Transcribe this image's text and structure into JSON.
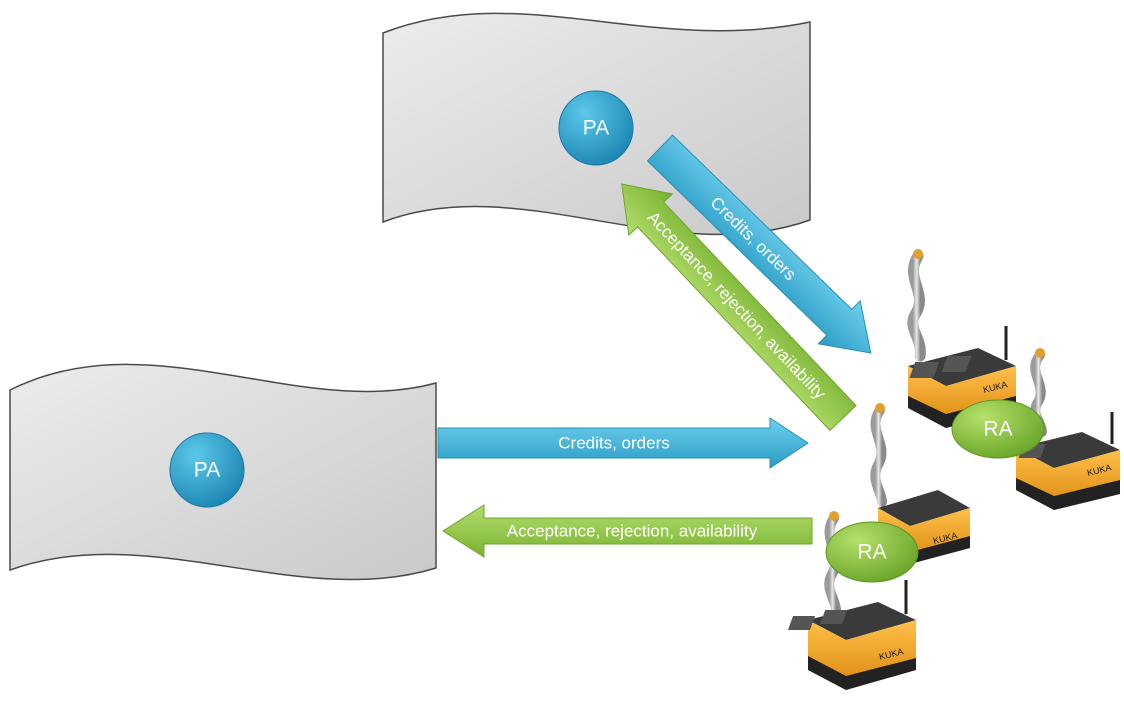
{
  "product_agents": [
    {
      "label": "PA"
    },
    {
      "label": "PA"
    }
  ],
  "resource_agents": [
    {
      "label": "RA"
    },
    {
      "label": "RA"
    }
  ],
  "messages": {
    "to_resource": "Credits, orders",
    "to_product": "Acceptance, rejection, availability"
  },
  "robots": [
    {
      "brand": "KUKA"
    },
    {
      "brand": "KUKA"
    },
    {
      "brand": "KUKA"
    },
    {
      "brand": "KUKA"
    }
  ],
  "colors": {
    "product_agent": "#2a9bc4",
    "credits_arrow": "#3fb2d6",
    "acceptance_arrow": "#8cc63f",
    "resource_agent": "#8cc63f",
    "process_shape": "#dcdcdc",
    "robot_base": "#f0a020",
    "robot_top": "#3a3a3a"
  }
}
